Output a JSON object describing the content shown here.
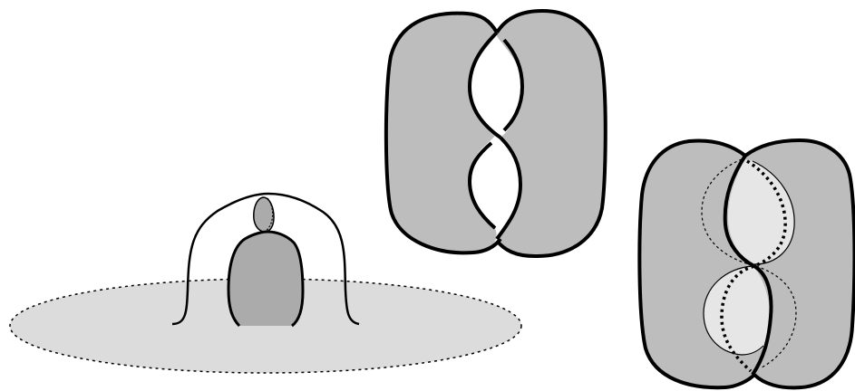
{
  "figure": {
    "panels": [
      {
        "id": "cap-over-disk",
        "shapes": [
          "ellipse-disk",
          "dome-arch",
          "pawn-head",
          "pawn-body"
        ]
      },
      {
        "id": "twisted-band-top",
        "shapes": [
          "left-lobe",
          "right-lobe",
          "crossing-strands"
        ]
      },
      {
        "id": "twisted-band-shaded",
        "shapes": [
          "left-lobe",
          "right-lobe",
          "inner-lens-upper",
          "inner-lens-lower",
          "dotted-guide"
        ]
      }
    ]
  },
  "colors": {
    "stroke": "#000000",
    "disk_fill": "#dcdcdc",
    "surface_fill": "#bdbdbd",
    "pawn_fill": "#ababab",
    "lens_fill": "#e6e6e6",
    "background": "#ffffff"
  }
}
